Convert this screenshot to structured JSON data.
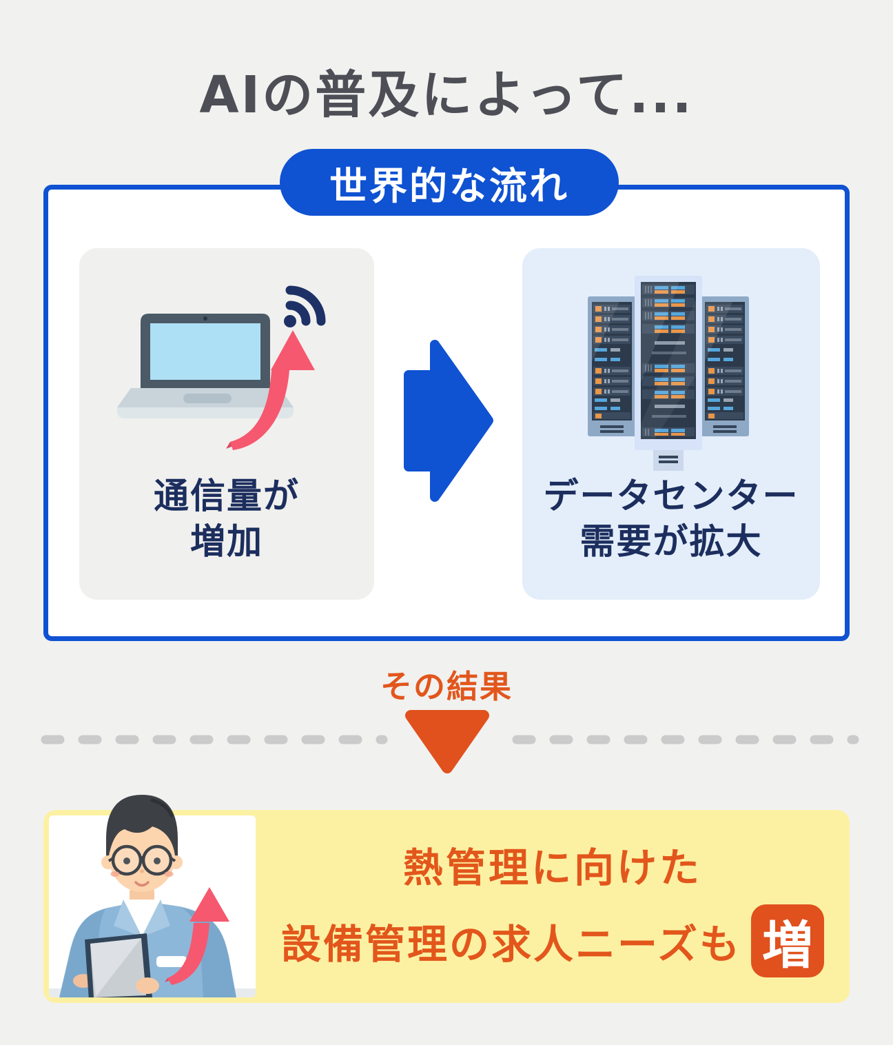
{
  "title": "AIの普及によって...",
  "flow": {
    "badge": "世界的な流れ",
    "left_card": {
      "line1": "通信量が",
      "line2": "増加"
    },
    "right_card": {
      "line1": "データセンター",
      "line2": "需要が拡大"
    }
  },
  "result": {
    "label": "その結果"
  },
  "outcome": {
    "line1": "熱管理に向けた",
    "line2": "設備管理の求人ニーズも",
    "badge": "増"
  },
  "colors": {
    "background": "#f1f1f0",
    "title_gray": "#4e4e56",
    "blue": "#0f52d2",
    "navy_text": "#1c2e5e",
    "orange": "#e0511e",
    "yellow_panel": "#fcf1a2",
    "pink_arrow": "#f6586f",
    "card_gray": "#f0f0ee",
    "card_blue": "#e4eefa",
    "dash_gray": "#cbcbcb"
  }
}
